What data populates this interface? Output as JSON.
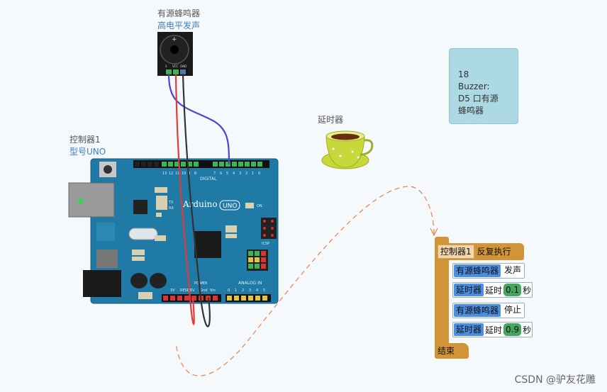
{
  "buzzer": {
    "name": "有源蜂鸣器",
    "desc": "高电平发声",
    "pins": [
      "S",
      "VCC",
      "GND"
    ]
  },
  "board": {
    "name": "控制器1",
    "model": "型号UNO",
    "logo": "Arduino",
    "logo_badge": "UNO",
    "digital_label": "DIGITAL",
    "analog_label": "ANALOG IN",
    "power_label": "POWER",
    "icsp": "ICSP",
    "tx": "TX",
    "rx": "RX",
    "on": "ON",
    "power_pins": [
      "3V",
      "RESET",
      "5V",
      "Gnd",
      "Vin"
    ],
    "analog_pins": [
      "0",
      "1",
      "2",
      "3",
      "4",
      "5"
    ],
    "digital_pins": [
      "13",
      "12",
      "11",
      "10",
      "9",
      "8",
      "7",
      "6",
      "5",
      "4",
      "3",
      "2",
      "1",
      "0"
    ]
  },
  "delay": {
    "name": "延时器"
  },
  "note": {
    "lines": [
      "18",
      "Buzzer:",
      "D5 口有源",
      "蜂鸣器"
    ]
  },
  "program": {
    "header": {
      "controller": "控制器1",
      "loop": "反复执行"
    },
    "statements": [
      {
        "device": "有源蜂鸣器",
        "action": "发声"
      },
      {
        "device": "延时器",
        "action": "延时",
        "value": "0.1",
        "unit": "秒"
      },
      {
        "device": "有源蜂鸣器",
        "action": "停止"
      },
      {
        "device": "延时器",
        "action": "延时",
        "value": "0.9",
        "unit": "秒"
      }
    ],
    "end": "结束"
  },
  "watermark": "CSDN @驴友花雕",
  "colors": {
    "background": "#f5f9fb",
    "board": "#1f7aa6",
    "block_orange": "#d19436",
    "block_blue": "#4c8ee0",
    "block_green": "#46a55e",
    "note": "#acd9e4",
    "wire_red": "#e03a3a",
    "wire_black": "#333333",
    "wire_blue": "#4747d6"
  }
}
